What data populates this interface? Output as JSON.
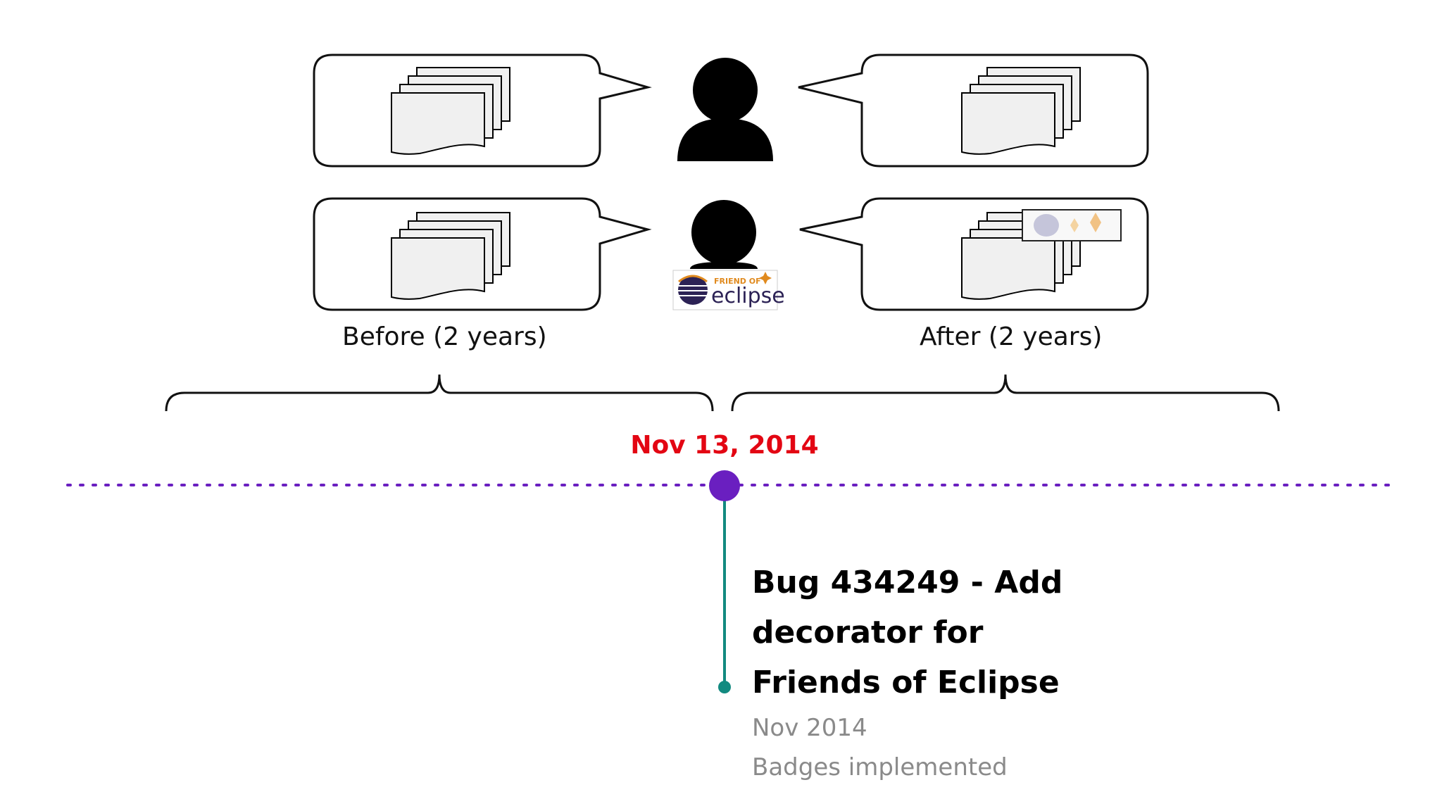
{
  "labels": {
    "before": "Before (2 years)",
    "after": "After (2 years)"
  },
  "timeline": {
    "date": "Nov 13, 2014",
    "dot_color": "#6a1fc0",
    "stem_color": "#128a80",
    "event": {
      "title_lines": [
        "Bug 434249 - Add",
        "decorator for",
        "Friends of Eclipse"
      ],
      "date": "Nov 2014",
      "note": "Badges implemented"
    }
  },
  "badge": {
    "top_text": "FRIEND OF",
    "brand_text": "eclipse"
  },
  "colors": {
    "date_red": "#e30613",
    "bubble_stroke": "#111111",
    "document_fill": "#f0f0f0"
  },
  "icons": [
    "person-icon",
    "document-stack-icon",
    "speech-bubble-icon",
    "friend-of-eclipse-badge-icon",
    "curly-brace-icon"
  ]
}
